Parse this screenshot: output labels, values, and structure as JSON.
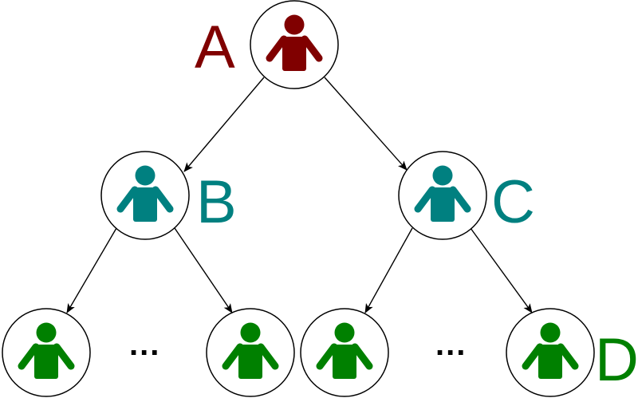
{
  "colors": {
    "root": "#800000",
    "middle": "#008080",
    "leaf": "#008000",
    "edge": "#000000"
  },
  "nodes": {
    "a": {
      "label": "A"
    },
    "b": {
      "label": "B"
    },
    "c": {
      "label": "C"
    },
    "d": {
      "label": "D"
    }
  },
  "ellipsis": [
    "...",
    "..."
  ]
}
